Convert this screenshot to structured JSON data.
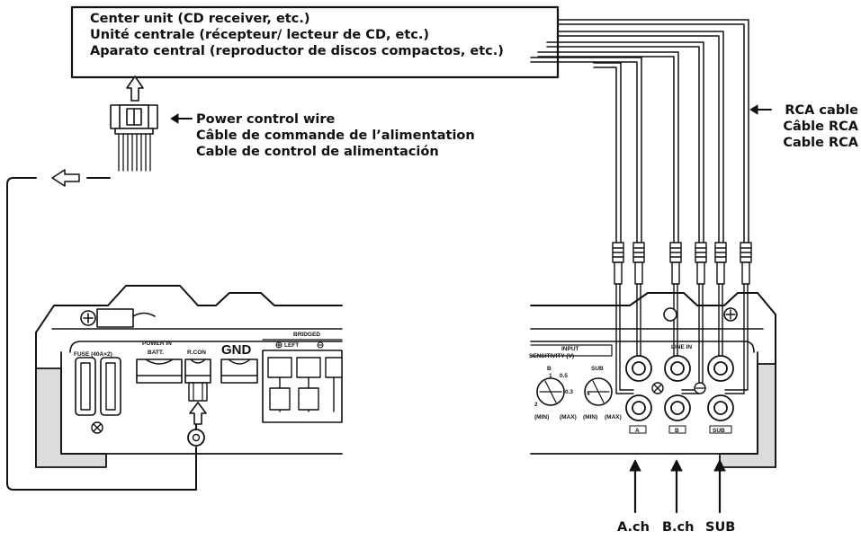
{
  "center_unit": {
    "lines": [
      "Center unit (CD receiver, etc.)",
      "Unité centrale (récepteur/ lecteur de CD, etc.)",
      "Aparato central (reproductor de discos compactos, etc.)"
    ]
  },
  "power_control": {
    "lines": [
      "Power control wire",
      "Câble de commande de l’alimentation",
      "Cable de control de alimentación"
    ]
  },
  "rca": {
    "lines": [
      "RCA cable",
      "Câble RCA",
      "Cable RCA"
    ]
  },
  "channels": [
    "A.ch",
    "B.ch",
    "SUB"
  ],
  "amp_left_panel": {
    "fuse": "FUSE (40A×2)",
    "power_in": "POWER IN",
    "batt": "BATT.",
    "rcon": "R.CON",
    "gnd": "GND",
    "bridged": "BRIDGED",
    "left": "LEFT"
  },
  "amp_right_panel": {
    "input": "INPUT",
    "sensitivity": "SENSITIVITY (V)",
    "line_in": "LINE IN",
    "knob_b": "B",
    "knob_sub": "SUB",
    "v05": "0.5",
    "v1": "1",
    "v2": "2",
    "v4": "4",
    "v03": "0.3",
    "min": "(MIN)",
    "max": "(MAX)",
    "jack_a": "A",
    "jack_b": "B",
    "jack_sub": "SUB"
  },
  "colors": {
    "ink": "#111111",
    "panel": "#dcdcdc",
    "paper": "#ffffff"
  }
}
